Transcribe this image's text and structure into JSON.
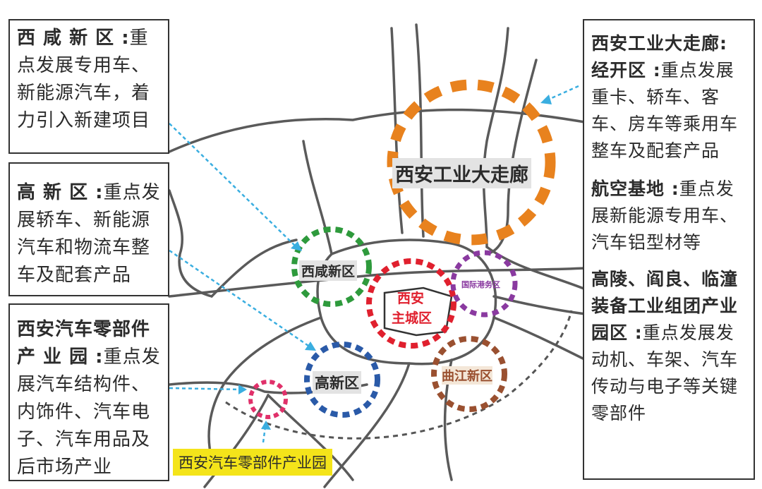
{
  "map_labels": {
    "corridor": "西安工业大走廊",
    "xixian": "西咸新区",
    "main_city_line1": "西安",
    "main_city_line2": "主城区",
    "port": "国际港务区",
    "gaoxin": "高新区",
    "qujiang": "曲江新区",
    "auto_park": "西安汽车零部件产业园"
  },
  "left_boxes": [
    {
      "title": "西 咸 新 区 :",
      "body": "重点发展专用车、新能源汽车，着力引入新建项目"
    },
    {
      "title": "高 新 区 :",
      "body": "重点发展轿车、新能源汽车和物流车整车及配套产品"
    },
    {
      "title": "西安汽车零部件产 业 园 :",
      "body": "重点发展汽车结构件、内饰件、汽车电子、汽车用品及后市场产业"
    }
  ],
  "right_box": {
    "sections": [
      {
        "title": "西安工业大走廊:",
        "subtitle": "经开区 :",
        "body": "重点发展重卡、轿车、客车、房车等乘用车整车及配套产品"
      },
      {
        "title": "航空基地 :",
        "body": "重点发展新能源专用车、汽车铝型材等"
      },
      {
        "title": "高陵、阎良、临潼装备工业组团产业园区 :",
        "body": "重点发展发动机、车架、汽车传动与电子等关键零部件"
      }
    ]
  },
  "colors": {
    "corridor": "#e8821e",
    "xixian": "#2e9a3c",
    "main_city": "#e0202e",
    "port": "#8a3aa0",
    "gaoxin": "#2a5aa8",
    "qujiang": "#9a5030",
    "auto_park": "#e0306a",
    "road": "#5a5a5a",
    "arrow": "#3aaee0",
    "highlight": "#f4e41a"
  }
}
